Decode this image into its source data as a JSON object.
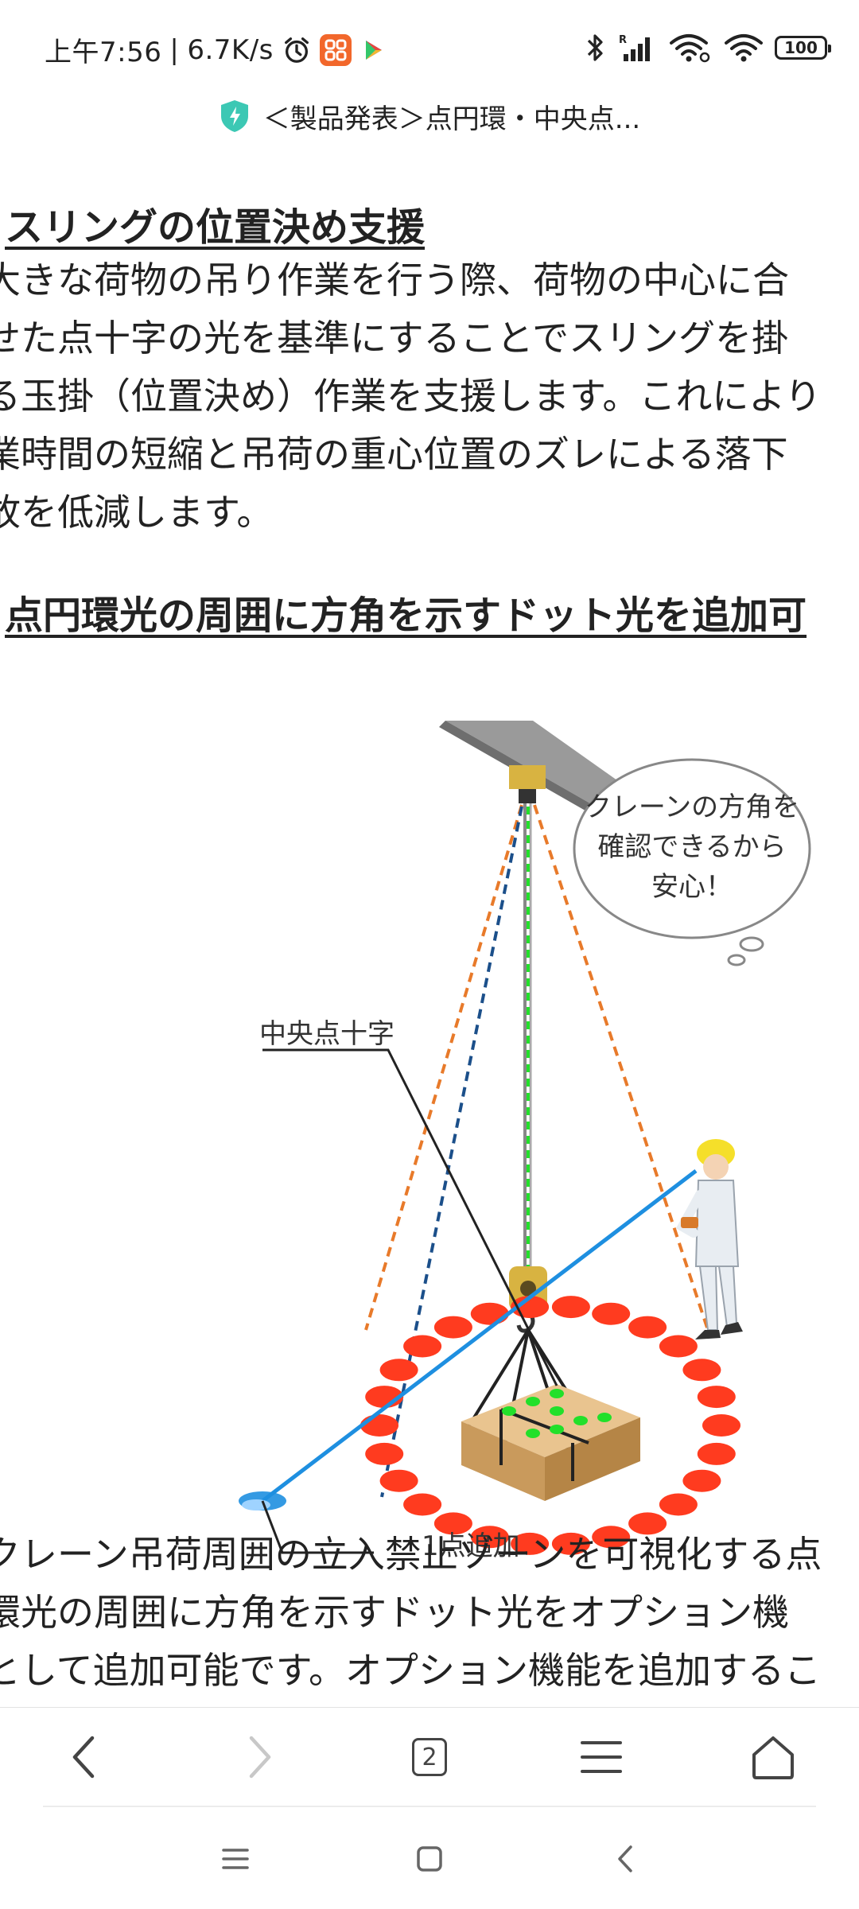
{
  "status_bar": {
    "time": "上午7:56",
    "separator": "|",
    "net_speed": "6.7K/s",
    "battery": "100",
    "signal_label": "R"
  },
  "address_bar": {
    "title": "＜製品発表＞点円環・中央点..."
  },
  "article": {
    "heading1": "スリングの位置決め支援",
    "para1": [
      "大きな荷物の吊り作業を行う際、荷物の中心に合",
      "せた点十字の光を基準にすることでスリングを掛",
      "る玉掛（位置決め）作業を支援します。これにより",
      "業時間の短縮と吊荷の重心位置のズレによる落下",
      "故を低減します。"
    ],
    "heading2": "点円環光の周囲に方角を示すドット光を追加可",
    "diagram": {
      "bubble_lines": [
        "クレーンの方角を",
        "確認できるから",
        "安心！"
      ],
      "label_center": "中央点十字",
      "label_added": "1点追加"
    },
    "para2": [
      "クレーン吊荷周囲の立入禁止ゾーンを可視化する点",
      "環光の周囲に方角を示すドット光をオプション機",
      "として追加可能です。オプション機能を追加するこ"
    ]
  },
  "browser_toolbar": {
    "tab_count": "2"
  },
  "colors": {
    "shield": "#3cc8b4",
    "laser_red": "#ff3b1f",
    "laser_green": "#22e02a",
    "laser_blue": "#1e8fe0",
    "box": "#d9b07a"
  }
}
